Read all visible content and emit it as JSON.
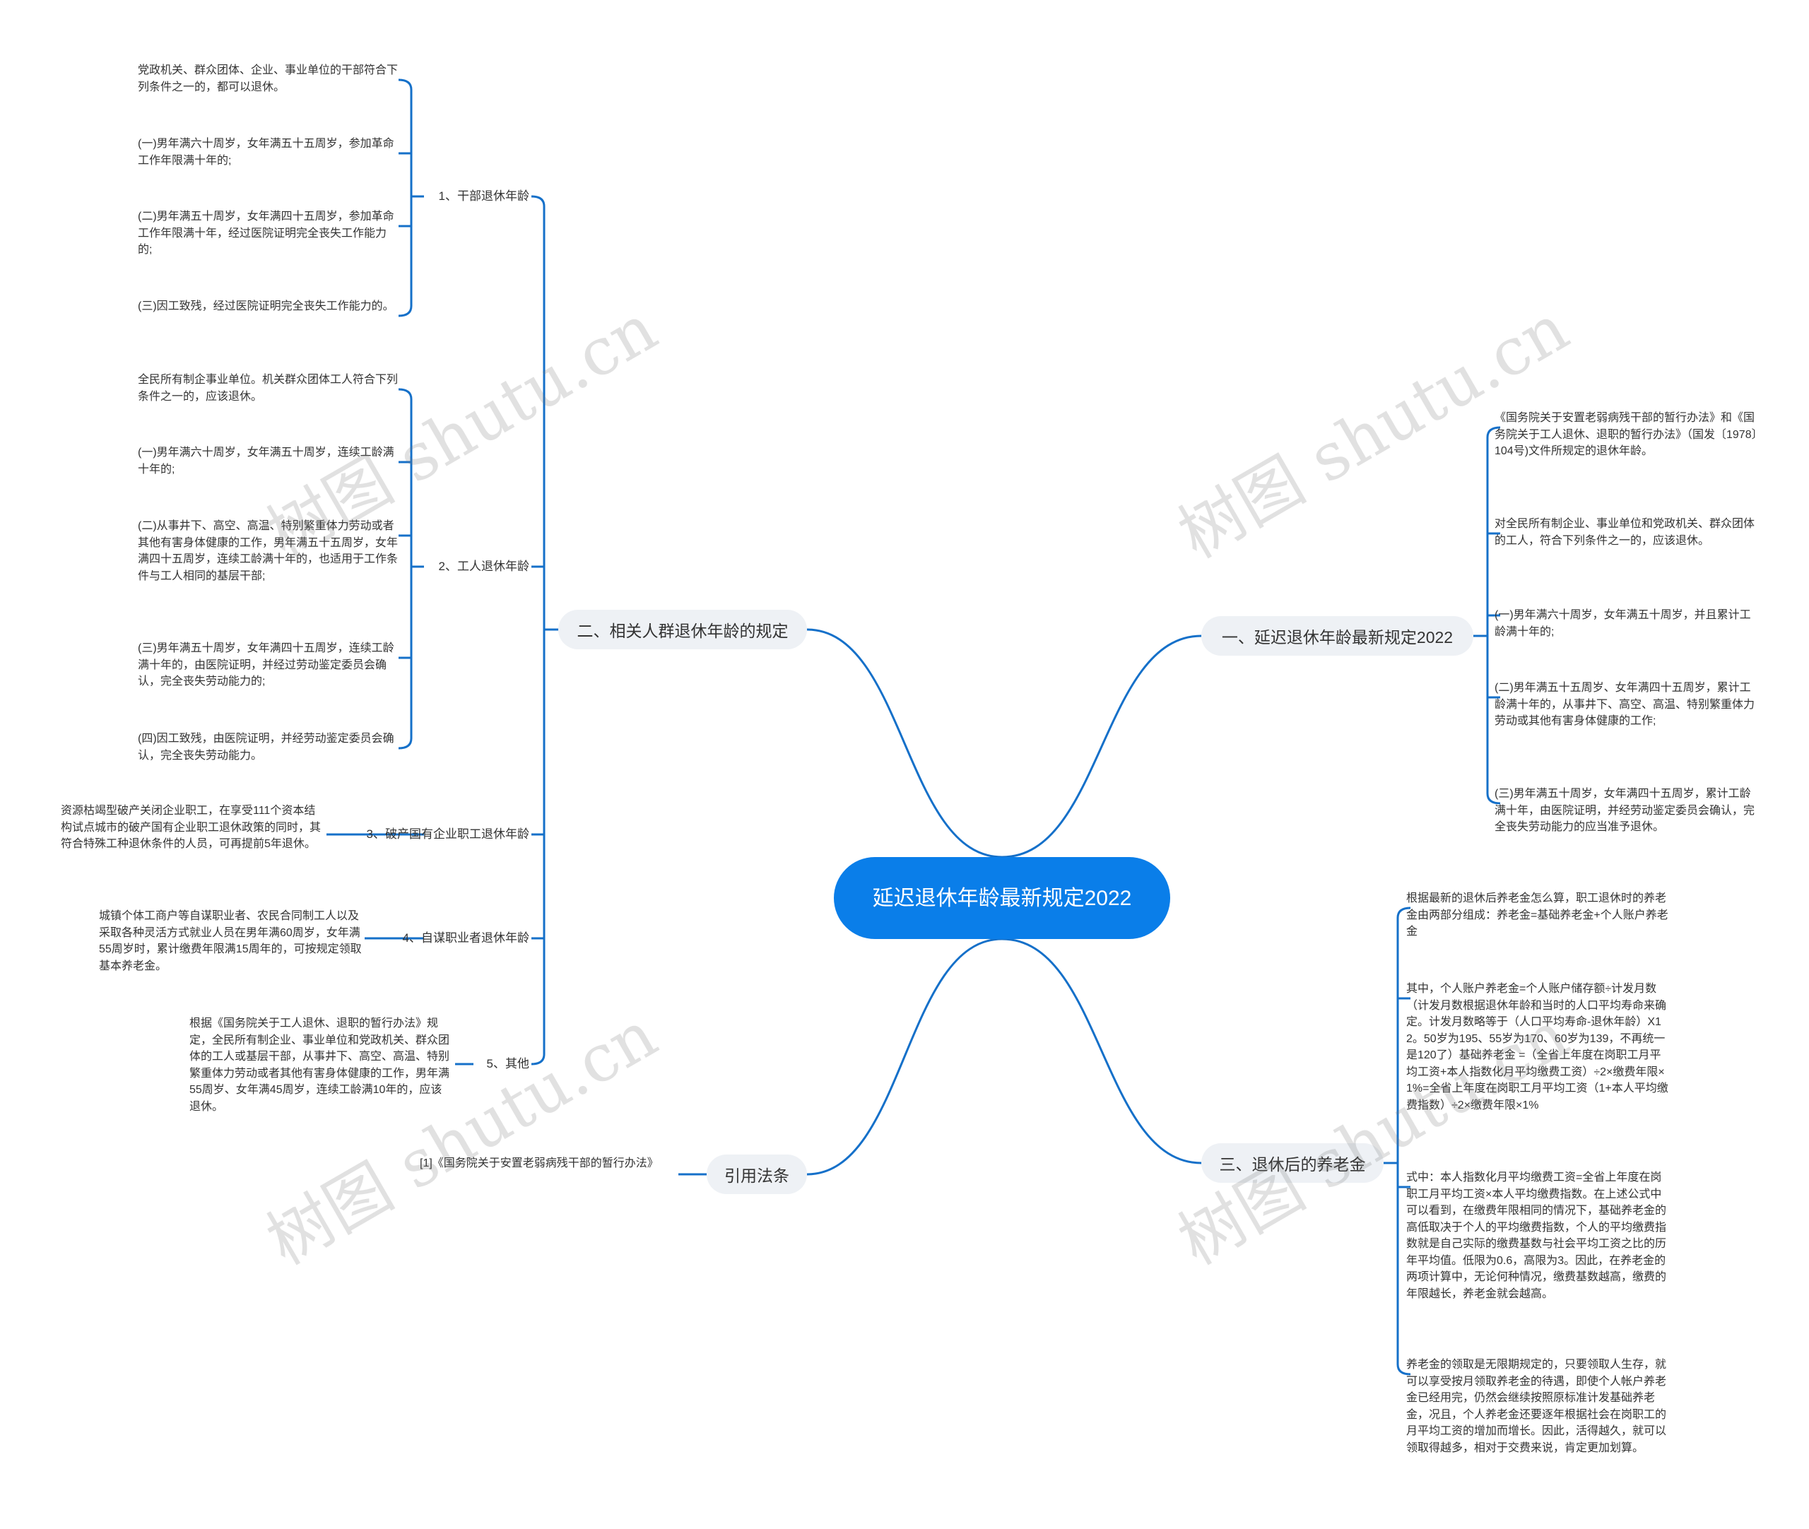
{
  "root": {
    "title": "延迟退休年龄最新规定2022"
  },
  "colors": {
    "line": "#1570c9",
    "root_bg": "#0a7ee9",
    "node_bg": "#eef1f5"
  },
  "right": [
    {
      "label": "一、延迟退休年龄最新规定2022",
      "leaves": [
        "《国务院关于安置老弱病残干部的暂行办法》和《国务院关于工人退休、退职的暂行办法》（国发〔1978〕104号)文件所规定的退休年龄。",
        "对全民所有制企业、事业单位和党政机关、群众团体的工人，符合下列条件之一的，应该退休。",
        "(一)男年满六十周岁，女年满五十周岁，并且累计工龄满十年的;",
        "(二)男年满五十五周岁、女年满四十五周岁，累计工龄满十年的，从事井下、高空、高温、特别繁重体力劳动或其他有害身体健康的工作;",
        "(三)男年满五十周岁，女年满四十五周岁，累计工龄满十年，由医院证明，并经劳动鉴定委员会确认，完全丧失劳动能力的应当准予退休。"
      ]
    },
    {
      "label": "三、退休后的养老金",
      "leaves": [
        "根据最新的退休后养老金怎么算，职工退休时的养老金由两部分组成：养老金=基础养老金+个人账户养老金",
        "其中，个人账户养老金=个人账户储存额÷计发月数（计发月数根据退休年龄和当时的人口平均寿命来确定。计发月数略等于（人口平均寿命-退休年龄）X12。50岁为195、55岁为170、60岁为139，不再统一是120了）基础养老金 =（全省上年度在岗职工月平均工资+本人指数化月平均缴费工资）÷2×缴费年限×1%=全省上年度在岗职工月平均工资（1+本人平均缴费指数）÷2×缴费年限×1%",
        "式中：本人指数化月平均缴费工资=全省上年度在岗职工月平均工资×本人平均缴费指数。在上述公式中可以看到，在缴费年限相同的情况下，基础养老金的高低取决于个人的平均缴费指数，个人的平均缴费指数就是自己实际的缴费基数与社会平均工资之比的历年平均值。低限为0.6，高限为3。因此，在养老金的两项计算中，无论何种情况，缴费基数越高，缴费的年限越长，养老金就会越高。",
        "养老金的领取是无限期规定的，只要领取人生存，就可以享受按月领取养老金的待遇，即使个人帐户养老金已经用完，仍然会继续按照原标准计发基础养老金，况且，个人养老金还要逐年根据社会在岗职工的月平均工资的增加而增长。因此，活得越久，就可以领取得越多，相对于交费来说，肯定更加划算。"
      ]
    }
  ],
  "left": [
    {
      "label": "二、相关人群退休年龄的规定",
      "subs": [
        {
          "label": "1、干部退休年龄",
          "leaves": [
            "党政机关、群众团体、企业、事业单位的干部符合下列条件之一的，都可以退休。",
            "(一)男年满六十周岁，女年满五十五周岁，参加革命工作年限满十年的;",
            "(二)男年满五十周岁，女年满四十五周岁，参加革命工作年限满十年，经过医院证明完全丧失工作能力的;",
            "(三)因工致残，经过医院证明完全丧失工作能力的。"
          ]
        },
        {
          "label": "2、工人退休年龄",
          "leaves": [
            "全民所有制企事业单位。机关群众团体工人符合下列条件之一的，应该退休。",
            "(一)男年满六十周岁，女年满五十周岁，连续工龄满十年的;",
            "(二)从事井下、高空、高温、特别繁重体力劳动或者其他有害身体健康的工作，男年满五十五周岁，女年满四十五周岁，连续工龄满十年的，也适用于工作条件与工人相同的基层干部;",
            "(三)男年满五十周岁，女年满四十五周岁，连续工龄满十年的，由医院证明，并经过劳动鉴定委员会确认，完全丧失劳动能力的;",
            "(四)因工致残，由医院证明，并经劳动鉴定委员会确认，完全丧失劳动能力。"
          ]
        },
        {
          "label": "3、破产国有企业职工退休年龄",
          "leaves": [
            "资源枯竭型破产关闭企业职工，在享受111个资本结构试点城市的破产国有企业职工退休政策的同时，其符合特殊工种退休条件的人员，可再提前5年退休。"
          ]
        },
        {
          "label": "4、自谋职业者退休年龄",
          "leaves": [
            "城镇个体工商户等自谋职业者、农民合同制工人以及采取各种灵活方式就业人员在男年满60周岁，女年满55周岁时，累计缴费年限满15周年的，可按规定领取基本养老金。"
          ]
        },
        {
          "label": "5、其他",
          "leaves": [
            "根据《国务院关于工人退休、退职的暂行办法》规定，全民所有制企业、事业单位和党政机关、群众团体的工人或基层干部，从事井下、高空、高温、特别繁重体力劳动或者其他有害身体健康的工作，男年满55周岁、女年满45周岁，连续工龄满10年的，应该退休。"
          ]
        }
      ]
    },
    {
      "label": "引用法条",
      "leaves": [
        "[1]《国务院关于安置老弱病残干部的暂行办法》"
      ]
    }
  ],
  "watermark": "树图 shutu.cn"
}
